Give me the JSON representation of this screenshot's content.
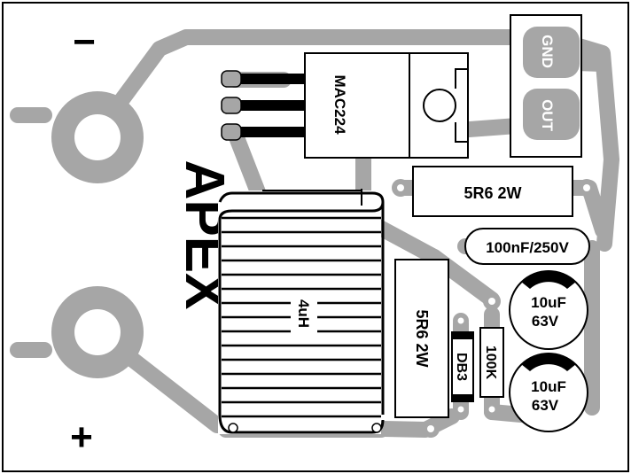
{
  "diagram": {
    "polarity": {
      "negative": "−",
      "positive": "+"
    },
    "brand": "APEX",
    "triac": {
      "part": "MAC224"
    },
    "terminals": {
      "gnd": "GND",
      "out": "OUT"
    },
    "resistor_top": {
      "value": "5R6 2W"
    },
    "resistor_mid": {
      "value": "5R6 2W"
    },
    "capacitor_film": {
      "value": "100nF/250V"
    },
    "inductor": {
      "value": "4uH"
    },
    "diac": {
      "part": "DB3"
    },
    "resistor_small": {
      "value": "100K"
    },
    "cap_elec_1": {
      "value": "10uF",
      "voltage": "63V"
    },
    "cap_elec_2": {
      "value": "10uF",
      "voltage": "63V"
    }
  },
  "colors": {
    "trace": "#a6a6a6",
    "outline": "#000000",
    "board": "#ffffff"
  }
}
